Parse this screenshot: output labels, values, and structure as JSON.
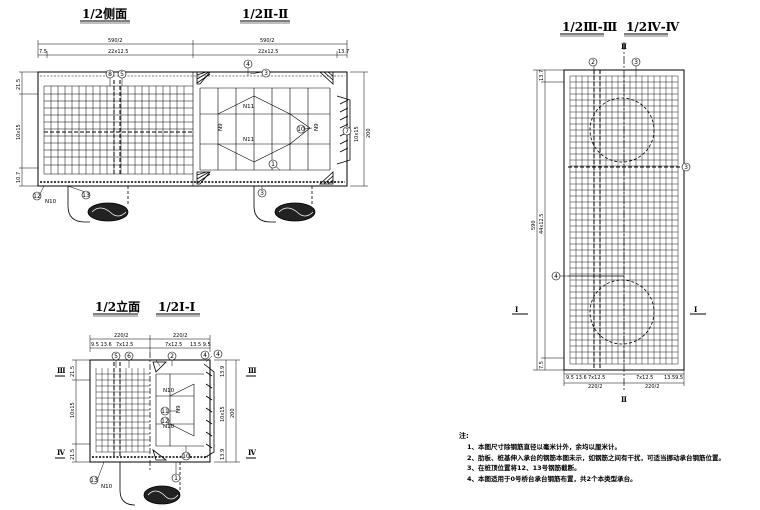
{
  "titles": {
    "side_half": "1/2侧面",
    "section_2": "1/2Ⅱ-Ⅱ",
    "section_3": "1/2Ⅲ-Ⅲ",
    "section_4": "1/2Ⅳ-Ⅳ",
    "elev_half": "1/2立面",
    "section_1": "1/2Ⅰ-Ⅰ"
  },
  "view1": {
    "dim_left_total": "590/2",
    "dim_right_total": "590/2",
    "dim_left_sub": "22x12.5",
    "dim_right_sub": "22x12.5",
    "dim_edge_left": "7.5",
    "dim_edge_right": "13.7",
    "v_top": "21.5",
    "v_mid": "10x15",
    "v_bot": "10.7",
    "v_right": "200",
    "n11a": "N11",
    "n11b": "N11",
    "n9a": "N9",
    "n9b": "N9",
    "n10": "N10",
    "circles": [
      "8",
      "5",
      "4",
      "3",
      "1",
      "3",
      "10",
      "7",
      "12",
      "13"
    ]
  },
  "view2": {
    "dim_total": "590",
    "dim_inner": "44x12.5",
    "dim_top": "13.7",
    "dim_bot": "7.5",
    "bottom_dims": [
      "9.5 13.6",
      "7x12.5",
      "7x12.5",
      "13.59.5"
    ],
    "bottom_half": [
      "220/2",
      "220/2"
    ],
    "roman_top": "Ⅱ",
    "roman_bot": "Ⅱ",
    "roman_left": "Ⅰ",
    "roman_right": "Ⅰ",
    "circles": [
      "2",
      "3",
      "3",
      "4"
    ]
  },
  "view3": {
    "dim_half_left": "220/2",
    "dim_half_right": "220/2",
    "dim_sub": [
      "9.5 13.6",
      "7x12.5",
      "7x12.5",
      "13.5 9.5"
    ],
    "v_left": [
      "21.5",
      "10x15",
      "21.5"
    ],
    "v_right": [
      "13.9",
      "10x15",
      "200",
      "13.9"
    ],
    "roman_left_top": "Ⅲ",
    "roman_left_bot": "Ⅳ",
    "roman_right_top": "Ⅲ",
    "roman_right_bot": "Ⅳ",
    "n10": "N10",
    "n10b": "N10",
    "n9": "N9",
    "n10c": "N10",
    "circles": [
      "5",
      "6",
      "2",
      "4",
      "4",
      "11",
      "12",
      "10",
      "1",
      "13"
    ]
  },
  "notes": {
    "title": "注:",
    "items": [
      "1、本图尺寸除钢筋直径以毫米计外，余均以厘米计。",
      "2、肋板、桩基伸入承台的钢筋本图未示，如钢筋之间有干扰，可适当挪动承台钢筋位置。",
      "3、在桩顶位置将12、13号钢筋截断。",
      "4、本图适用于0号桥台承台钢筋布置，共2个本类型承台。"
    ]
  }
}
